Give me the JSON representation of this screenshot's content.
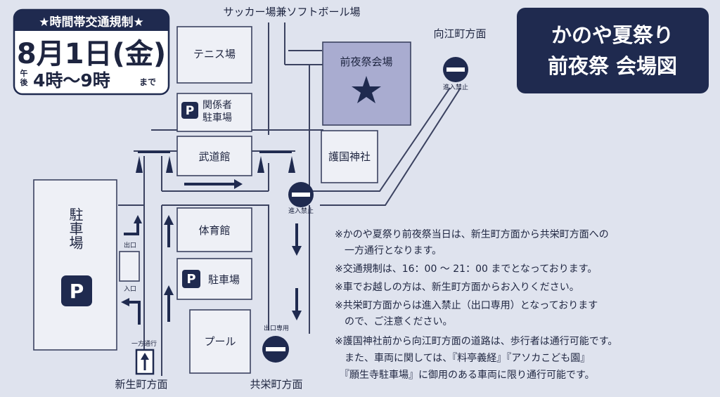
{
  "badge": {
    "header": "★時間帯交通規制★",
    "date": "8月1日(金)",
    "ampm_top": "午",
    "ampm_bottom": "後",
    "time": "4時〜9時",
    "suffix": "まで"
  },
  "title": {
    "line1": "かのや夏祭り",
    "line2": "前夜祭 会場図"
  },
  "labels": {
    "soccer": "サッカー場兼ソフトボール場",
    "mukae": "向江町方面",
    "tennis": "テニス場",
    "venue": "前夜祭会場",
    "staff_parking_1": "関係者",
    "staff_parking_2": "駐車場",
    "budokan": "武道館",
    "gokoku": "護国神社",
    "no_entry_1": "進入禁止",
    "no_entry_2": "進入禁止",
    "gym": "体育館",
    "parking": "駐車場",
    "pool": "プール",
    "big_parking": "駐車場",
    "exit": "出口",
    "entrance": "入口",
    "one_way": "一方通行",
    "exit_only": "出口専用",
    "shinsei": "新生町方面",
    "kyoei": "共栄町方面",
    "p": "P"
  },
  "notes": [
    "※かのや夏祭り前夜祭当日は、新生町方面から共栄町方面への",
    "　一方通行となります。",
    "※交通規制は、16：00 〜 21：00 までとなっております。",
    "※車でお越しの方は、新生町方面からお入りください。",
    "※共栄町方面からは進入禁止（出口専用）となっております",
    "　ので、ご注意ください。",
    "※護国神社前から向江町方面の道路は、歩行者は通行可能です。",
    "　また、車両に関しては、『料亭義経』『アソカこども園』",
    "　『願生寺駐車場』に御用のある車両に限り通行可能です。"
  ],
  "colors": {
    "navy": "#1f2a4f",
    "venue_fill": "#a9acd0",
    "background": "#dfe3ee"
  }
}
